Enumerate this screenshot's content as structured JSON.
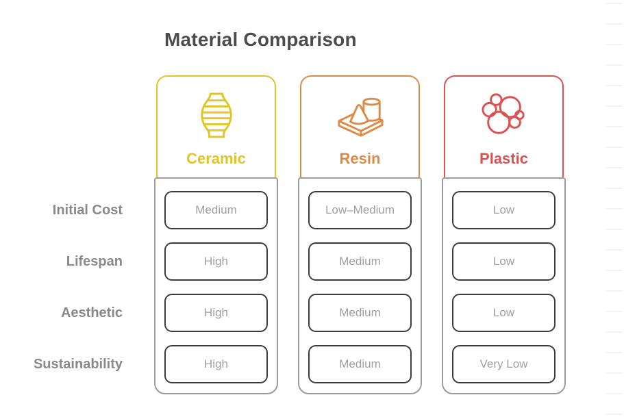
{
  "title": "Material Comparison",
  "rows": [
    "Initial Cost",
    "Lifespan",
    "Aesthetic",
    "Sustainability"
  ],
  "columns": [
    {
      "name": "Ceramic",
      "color": "#e1c427",
      "icon": "ceramic-vase-icon",
      "values": [
        "Medium",
        "High",
        "High",
        "High"
      ]
    },
    {
      "name": "Resin",
      "color": "#de8a44",
      "icon": "resin-shapes-icon",
      "values": [
        "Low–Medium",
        "Medium",
        "Medium",
        "Medium"
      ]
    },
    {
      "name": "Plastic",
      "color": "#dc5151",
      "icon": "polymer-bubbles-icon",
      "values": [
        "Low",
        "Low",
        "Low",
        "Very Low"
      ]
    }
  ],
  "decor": {
    "ruled_line_color": "#f3f3f3"
  },
  "chart_data": {
    "type": "table",
    "title": "Material Comparison",
    "row_headers": [
      "Initial Cost",
      "Lifespan",
      "Aesthetic",
      "Sustainability"
    ],
    "column_headers": [
      "Ceramic",
      "Resin",
      "Plastic"
    ],
    "cells": [
      [
        "Medium",
        "Low–Medium",
        "Low"
      ],
      [
        "High",
        "Medium",
        "Low"
      ],
      [
        "High",
        "Medium",
        "Low"
      ],
      [
        "High",
        "Medium",
        "Very Low"
      ]
    ]
  }
}
